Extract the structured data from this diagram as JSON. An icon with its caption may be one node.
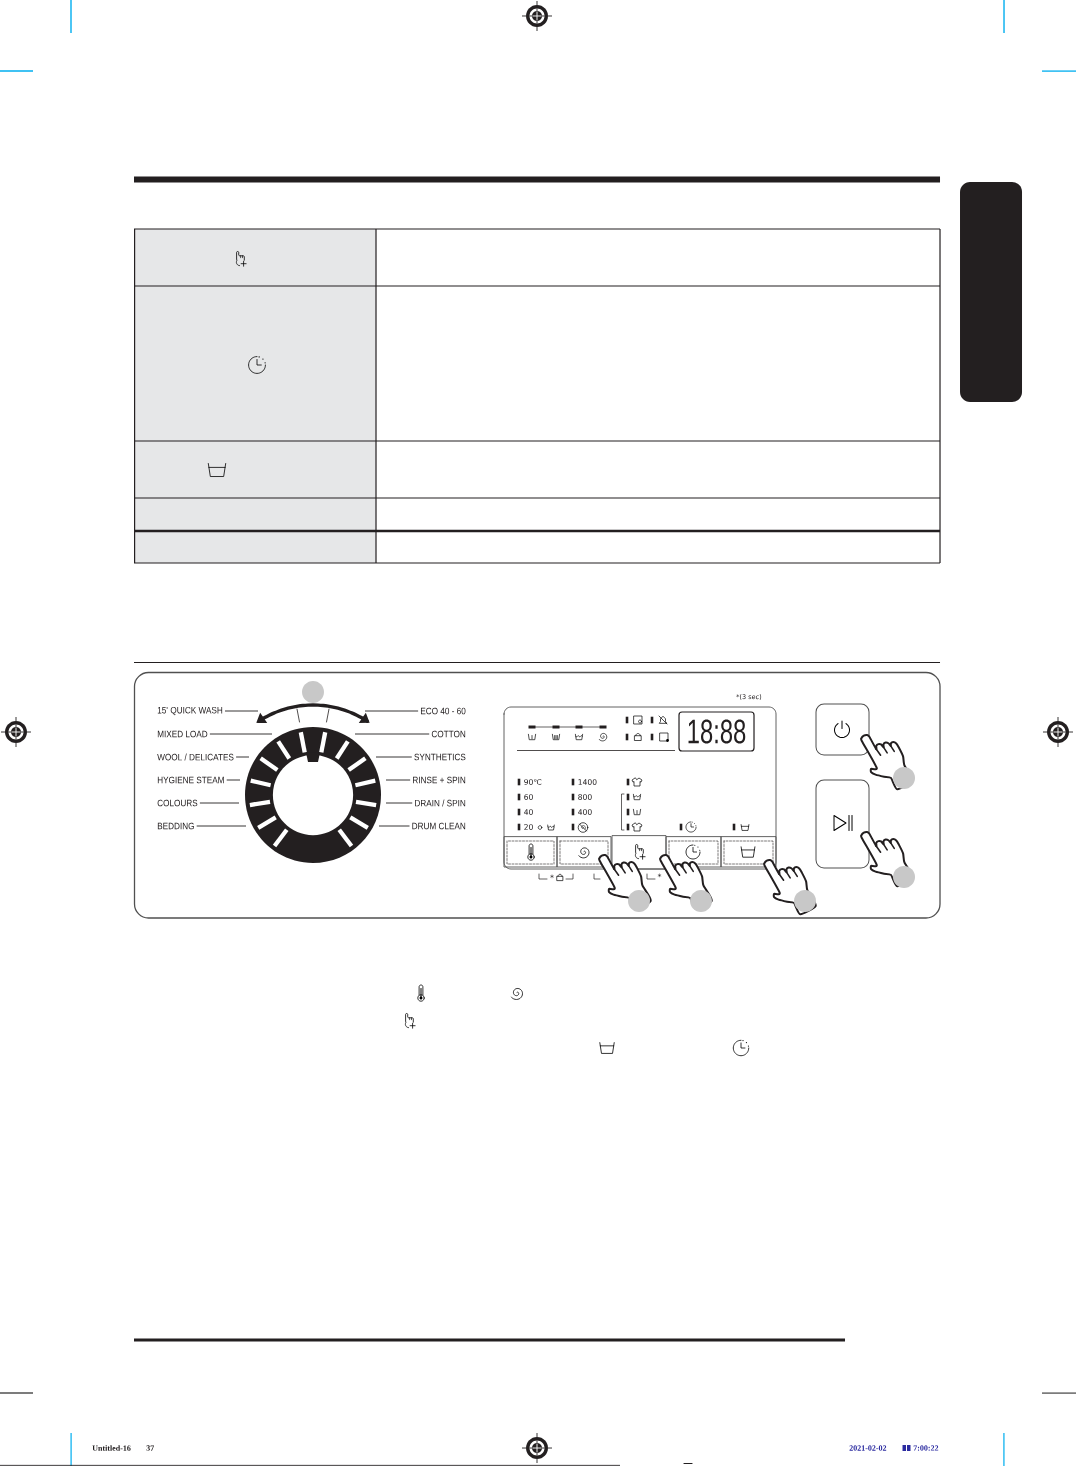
{
  "diagram": {
    "nodes": [
      {
        "text": [],
        "shape": "box"
      },
      {
        "text": [],
        "shape": "circle"
      },
      {
        "text": [
          "15' QUICK WASH"
        ]
      },
      {
        "text": [
          "ECO 40 - 60"
        ]
      },
      {
        "text": [
          "MIXED LOAD"
        ]
      },
      {
        "text": [
          "COTTON"
        ]
      },
      {
        "text": [
          "WOOL / DELICATES"
        ]
      },
      {
        "text": [
          "SYNTHETICS"
        ]
      },
      {
        "text": [
          "HYGIENE STEAM"
        ]
      },
      {
        "text": [
          "RINSE + SPIN"
        ]
      },
      {
        "text": [
          "COLOURS"
        ]
      },
      {
        "text": [
          "DRAIN / SPIN"
        ]
      },
      {
        "text": [
          "BEDDING"
        ]
      },
      {
        "text": [
          "DRUM CLEAN"
        ]
      }
    ],
    "edges": [
      {
        "from": 2,
        "to": 1,
        "arrow": "none"
      },
      {
        "from": 3,
        "to": 1,
        "arrow": "none"
      },
      {
        "from": 4,
        "to": 1,
        "arrow": "none"
      },
      {
        "from": 5,
        "to": 1,
        "arrow": "none"
      },
      {
        "from": 6,
        "to": 1,
        "arrow": "none"
      },
      {
        "from": 7,
        "to": 1,
        "arrow": "none"
      },
      {
        "from": 8,
        "to": 1,
        "arrow": "none"
      },
      {
        "from": 9,
        "to": 1,
        "arrow": "none"
      },
      {
        "from": 10,
        "to": 1,
        "arrow": "none"
      },
      {
        "from": 11,
        "to": 1,
        "arrow": "none"
      },
      {
        "from": 12,
        "to": 1,
        "arrow": "none"
      },
      {
        "from": 13,
        "to": 1,
        "arrow": "none"
      }
    ],
    "labels": [
      "*(3 sec)",
      "18:88",
      "90℃",
      "1400",
      "60",
      "800",
      "40",
      "400",
      "20",
      "*",
      "*",
      "Untitled-16",
      "37",
      "2021-02-02",
      "7:00:22"
    ]
  }
}
